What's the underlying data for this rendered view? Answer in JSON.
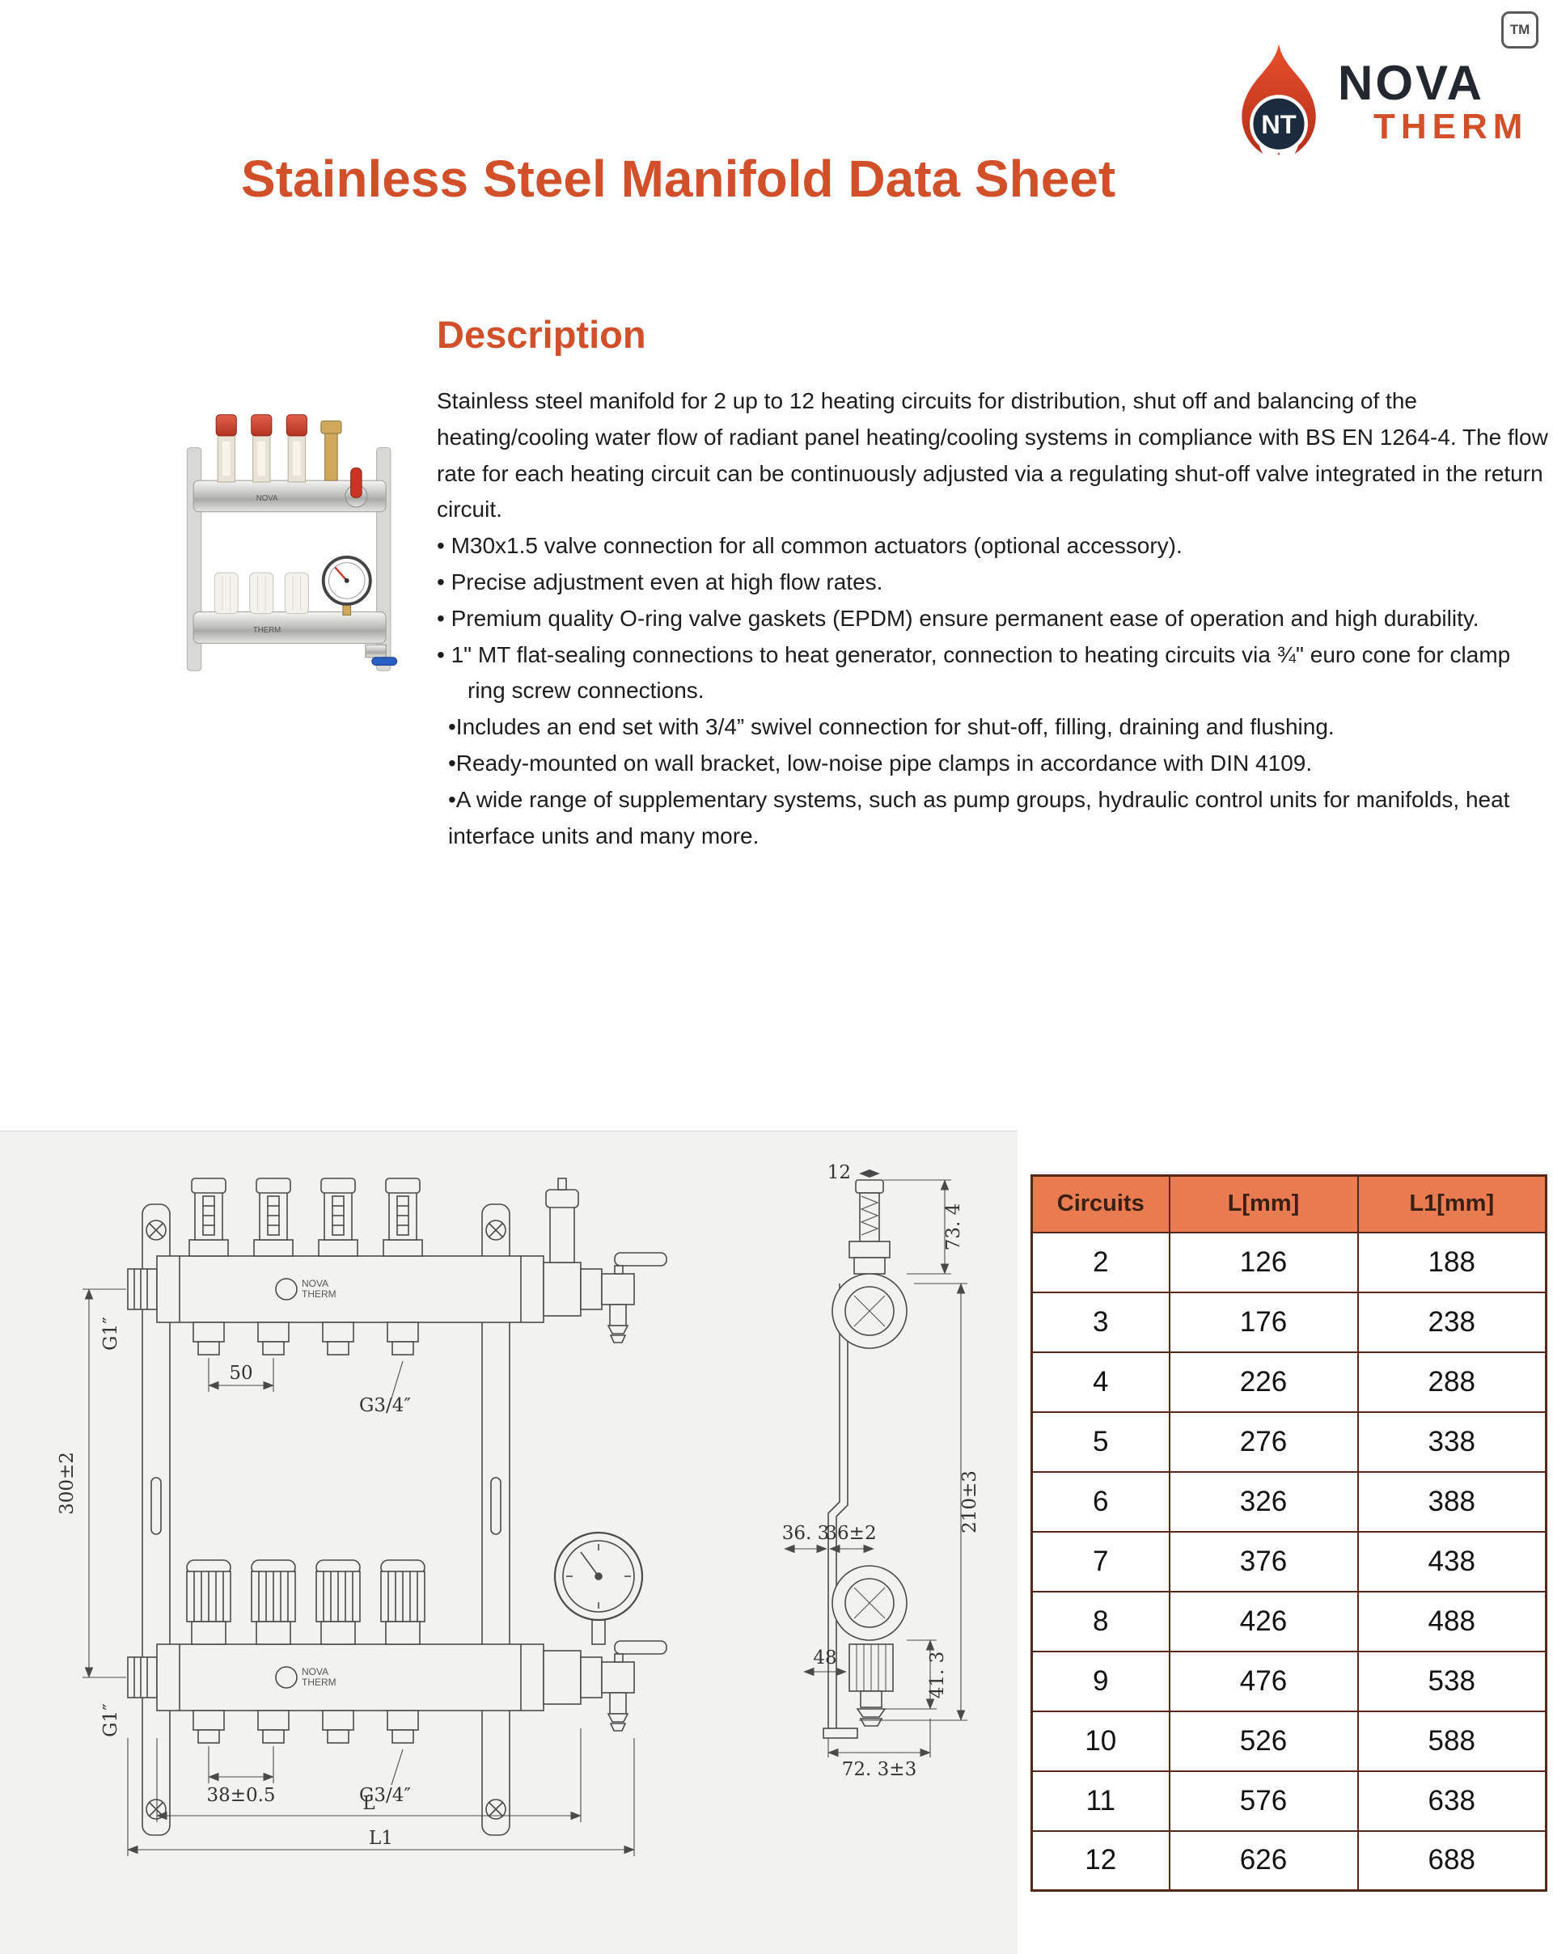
{
  "colors": {
    "accent": "#d1502a",
    "brand_dark": "#232730",
    "table_header_bg": "#e97b50",
    "table_border": "#55281a",
    "band_bg": "#f2f2f0"
  },
  "logo": {
    "tm": "TM",
    "monogram": "NT",
    "brand_top": "NOVA",
    "brand_bottom": "THERM"
  },
  "title": "Stainless Steel Manifold Data Sheet",
  "description": {
    "heading": "Description",
    "intro": "Stainless steel manifold for 2 up to 12 heating circuits for distribution, shut off and balancing of the heating/cooling water flow of radiant panel heating/cooling systems in compliance with BS EN 1264-4. The flow rate for each heating circuit can be continuously adjusted via a regulating shut-off valve integrated in the return circuit.",
    "bullets": [
      "• M30x1.5 valve connection for all common actuators (optional accessory).",
      "• Precise adjustment even at high flow rates.",
      "• Premium quality O-ring valve gaskets (EPDM) ensure permanent ease of operation and high durability.",
      "• 1\" MT flat-sealing connections to heat generator, connection to heating circuits via ¾\" euro cone for clamp ring screw connections.",
      "•Includes an end set with 3/4” swivel connection for shut-off, filling, draining  and flushing.",
      "•Ready-mounted on wall bracket, low-noise pipe clamps in accordance with DIN 4109.",
      "•A wide range of supplementary systems, such as pump groups, hydraulic control units for manifolds, heat interface units and many more."
    ]
  },
  "drawing": {
    "front": {
      "dim_height": "300±2",
      "g1_top": "G1″",
      "g1_bottom": "G1″",
      "dim_50": "50",
      "g34_top": "G3/4″",
      "dim_38": "38±0.5",
      "g34_bottom": "G3/4″",
      "dim_L": "L",
      "dim_L1": "L1"
    },
    "side": {
      "dim_12": "12",
      "dim_73": "73. 4",
      "dim_36a": "36. 3",
      "dim_36b": "36±2",
      "dim_210": "210±3",
      "dim_48": "48",
      "dim_41": "41. 3",
      "dim_72": "72. 3±3"
    }
  },
  "table": {
    "headers": [
      "Circuits",
      "L[mm]",
      "L1[mm]"
    ],
    "rows": [
      [
        "2",
        "126",
        "188"
      ],
      [
        "3",
        "176",
        "238"
      ],
      [
        "4",
        "226",
        "288"
      ],
      [
        "5",
        "276",
        "338"
      ],
      [
        "6",
        "326",
        "388"
      ],
      [
        "7",
        "376",
        "438"
      ],
      [
        "8",
        "426",
        "488"
      ],
      [
        "9",
        "476",
        "538"
      ],
      [
        "10",
        "526",
        "588"
      ],
      [
        "11",
        "576",
        "638"
      ],
      [
        "12",
        "626",
        "688"
      ]
    ]
  }
}
